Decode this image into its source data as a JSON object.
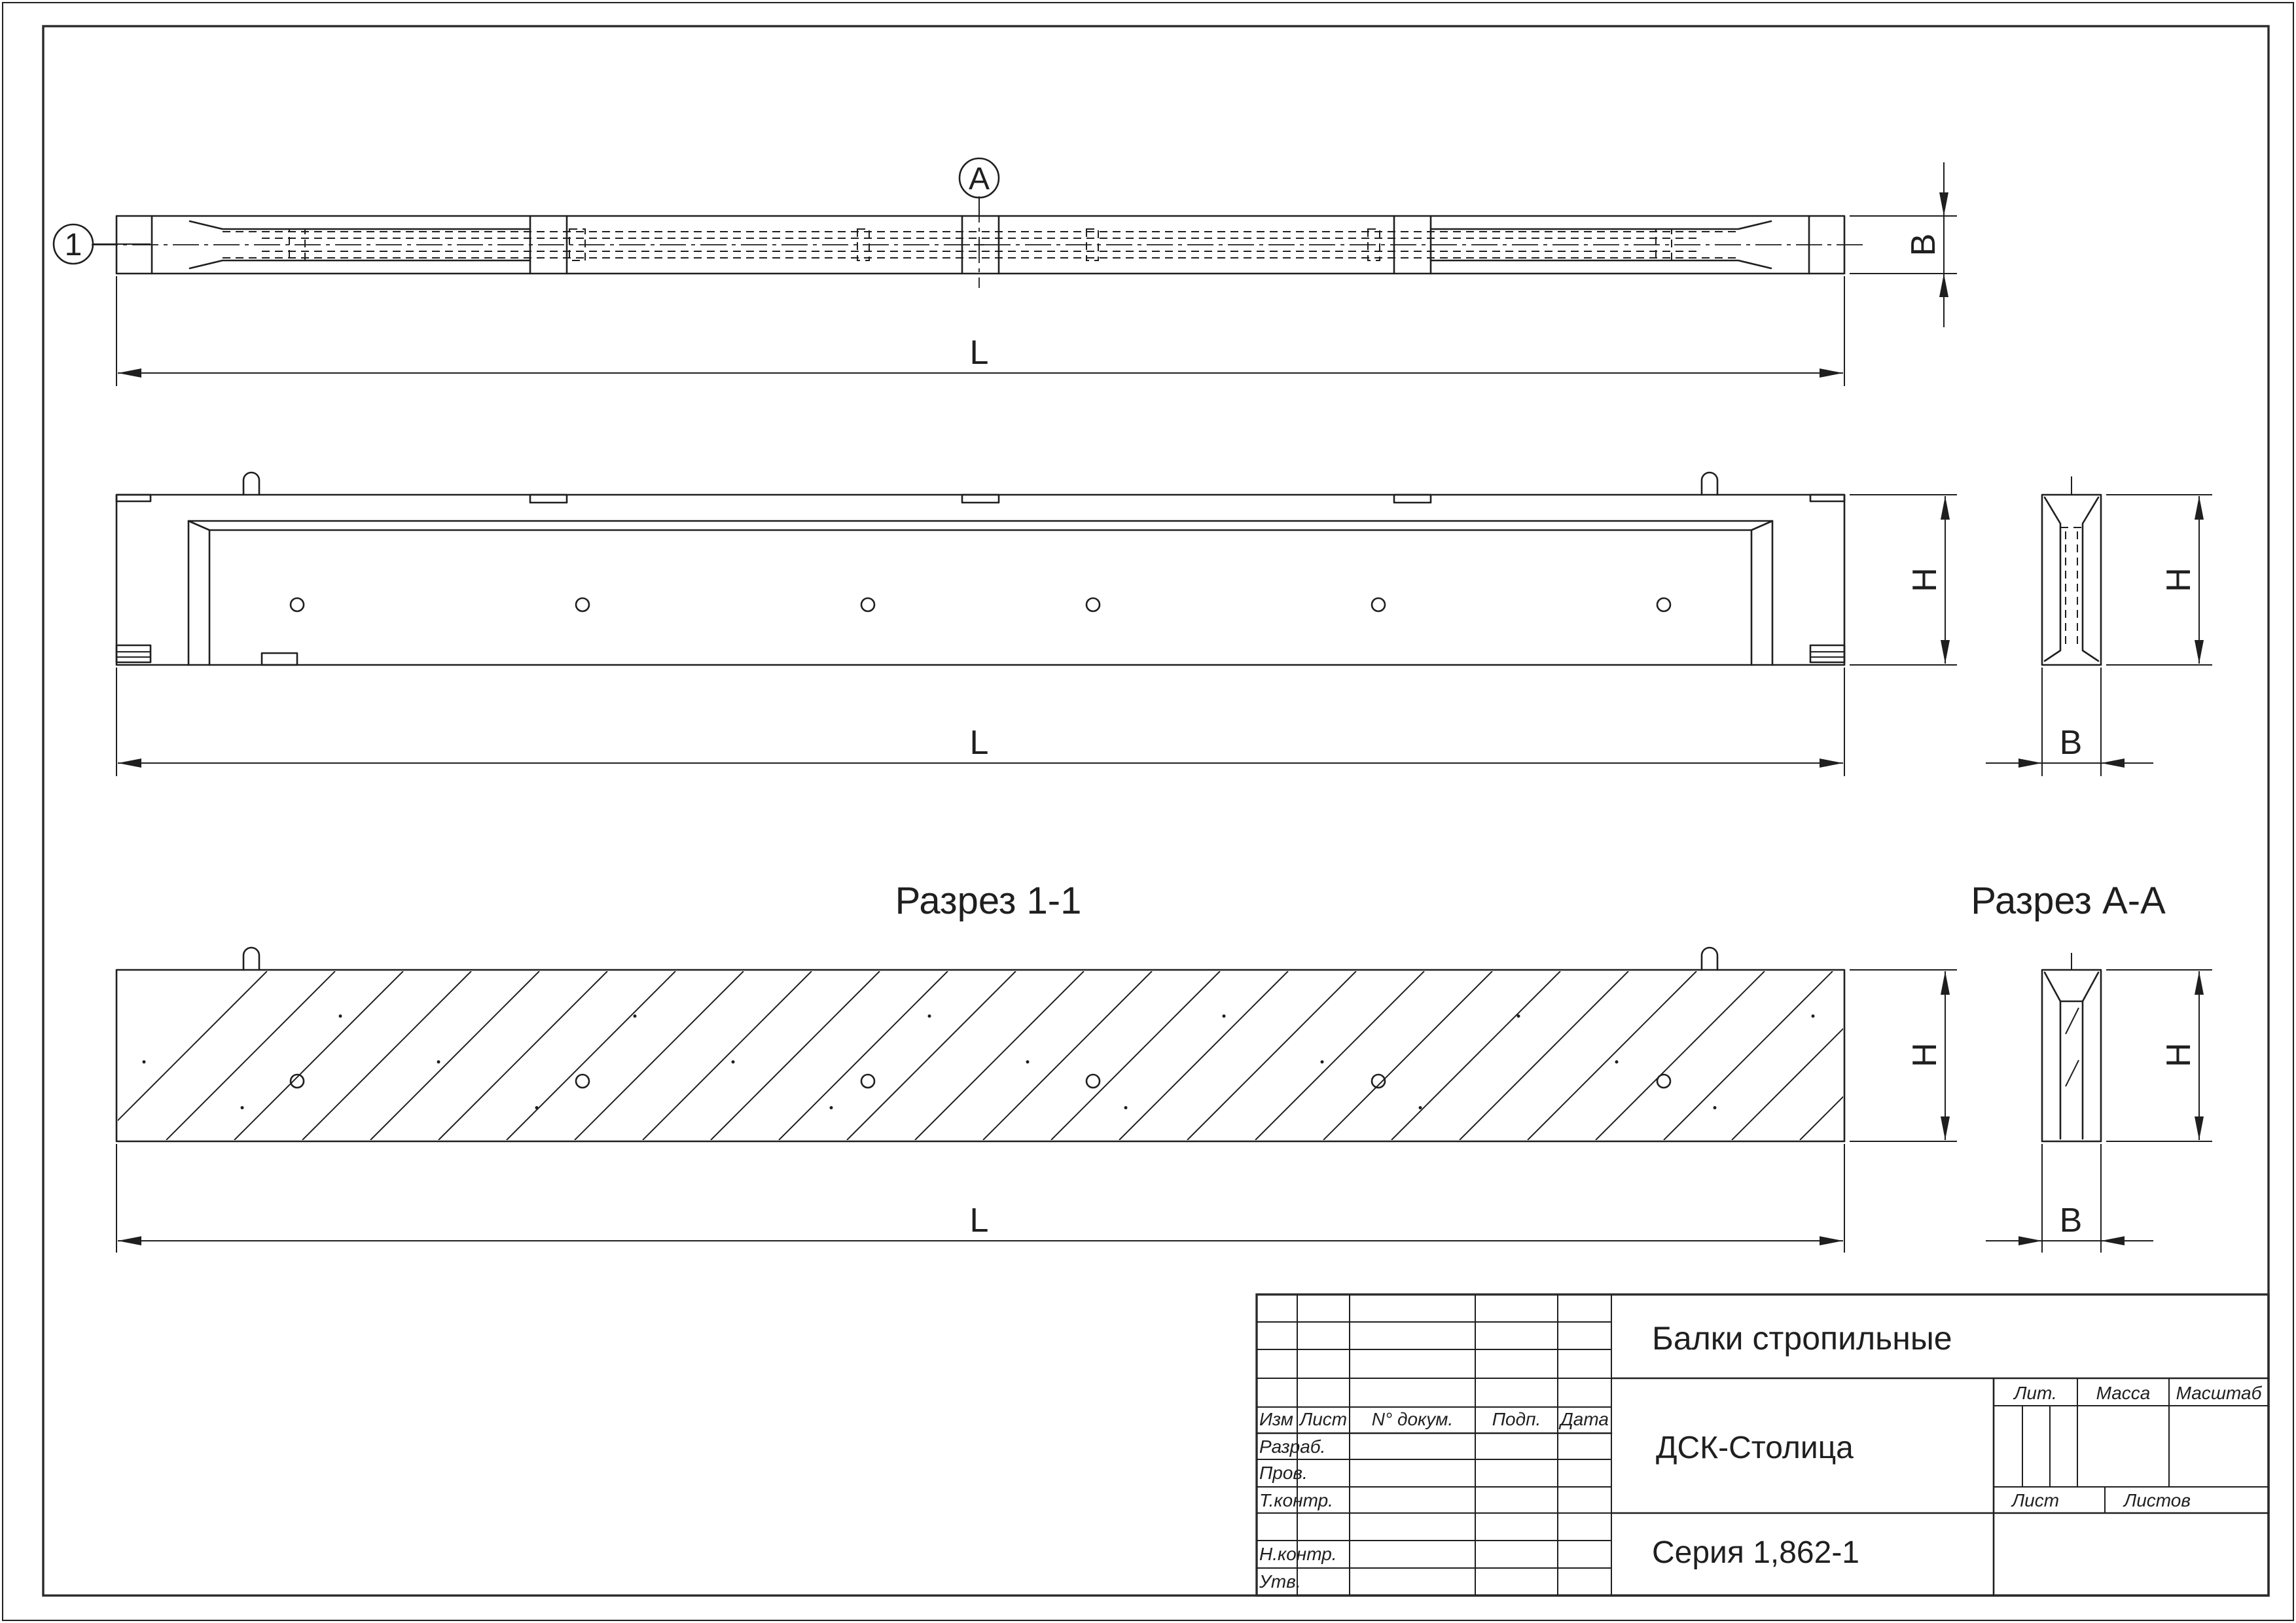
{
  "callouts": {
    "section_1": "1",
    "section_a": "A"
  },
  "dims": {
    "plan_length": "L",
    "plan_width": "B",
    "elev_length": "L",
    "elev_height": "H",
    "end_width": "B",
    "end_height": "H",
    "sec11_length": "L",
    "sec11_height": "H",
    "secaa_width": "B",
    "secaa_height": "H"
  },
  "sections": {
    "s11_title": "Разрез 1-1",
    "saa_title": "Разрез А-А"
  },
  "title_block": {
    "headers": {
      "izm": "Изм",
      "list": "Лист",
      "doc": "N° докум.",
      "sign": "Подп.",
      "date": "Дата"
    },
    "roles": {
      "razrab": "Разраб.",
      "prov": "Пров.",
      "tkontr": "Т.контр.",
      "nkontr": "Н.контр.",
      "utv": "Утв."
    },
    "product": "Балки стропильные",
    "org": "ДСК-Столица",
    "series": "Серия 1,862-1",
    "cells": {
      "lit": "Лит.",
      "massa": "Масса",
      "masshtab": "Масштаб",
      "sheet": "Лист",
      "sheets": "Листов"
    }
  }
}
